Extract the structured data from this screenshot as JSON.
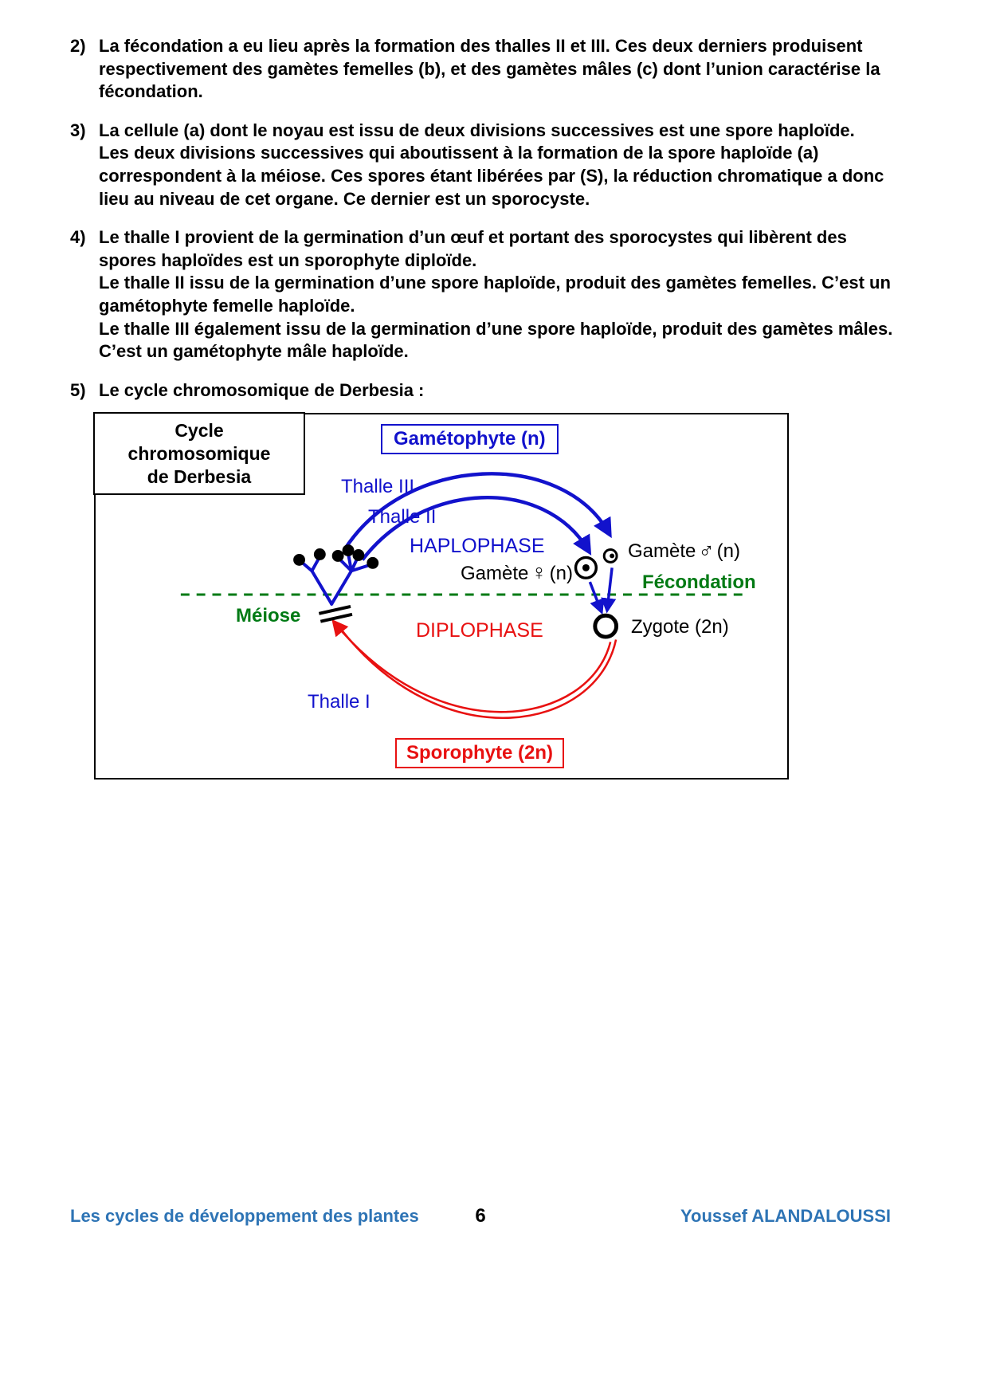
{
  "page": {
    "items": [
      {
        "num": "2)",
        "paras": [
          "La fécondation a eu lieu après la formation des thalles II et III. Ces deux derniers produisent respectivement des gamètes femelles (b), et des gamètes mâles (c) dont l’union caractérise la fécondation."
        ]
      },
      {
        "num": "3)",
        "paras": [
          "La cellule (a) dont le noyau est issu de deux divisions successives est une spore haploïde.",
          "Les deux divisions successives qui aboutissent à la formation de la spore haploïde (a) correspondent à la méiose. Ces spores étant libérées par (S), la réduction chromatique a donc lieu au niveau de cet organe. Ce dernier est un sporocyste."
        ]
      },
      {
        "num": "4)",
        "paras": [
          "Le thalle I provient de la germination d’un œuf et portant des sporocystes qui libèrent des spores haploïdes est un sporophyte diploïde.",
          "Le thalle II issu de la germination d’une spore haploïde, produit des gamètes femelles. C’est un gamétophyte femelle haploïde.",
          "Le thalle III également issu de la germination d’une spore haploïde, produit des gamètes mâles. C’est un gamétophyte mâle haploïde."
        ]
      },
      {
        "num": "5)",
        "paras": [
          "Le cycle chromosomique de Derbesia :"
        ]
      }
    ]
  },
  "diagram": {
    "title_line1": "Cycle chromosomique",
    "title_line2": "de Derbesia",
    "gametophyte": "Gamétophyte (n)",
    "thalle_iii": "Thalle III",
    "thalle_ii": "Thalle II",
    "haplophase": "HAPLOPHASE",
    "gamete_female_label": "Gamète",
    "gamete_female_symbol": "♀",
    "gamete_female_n": "(n)",
    "gamete_male_label": "Gamète",
    "gamete_male_symbol": "♂",
    "gamete_male_n": "(n)",
    "fecondation": "Fécondation",
    "meiose": "Méiose",
    "diplophase": "DIPLOPHASE",
    "zygote": "Zygote (2n)",
    "thalle_i": "Thalle I",
    "sporophyte": "Sporophyte (2n)"
  },
  "footer": {
    "left": "Les cycles de développement des plantes",
    "page": "6",
    "right": "Youssef ALANDALOUSSI"
  },
  "colors": {
    "blue": "#1212cc",
    "red": "#e81111",
    "green": "#007a14",
    "footer_blue": "#2e74b5"
  }
}
